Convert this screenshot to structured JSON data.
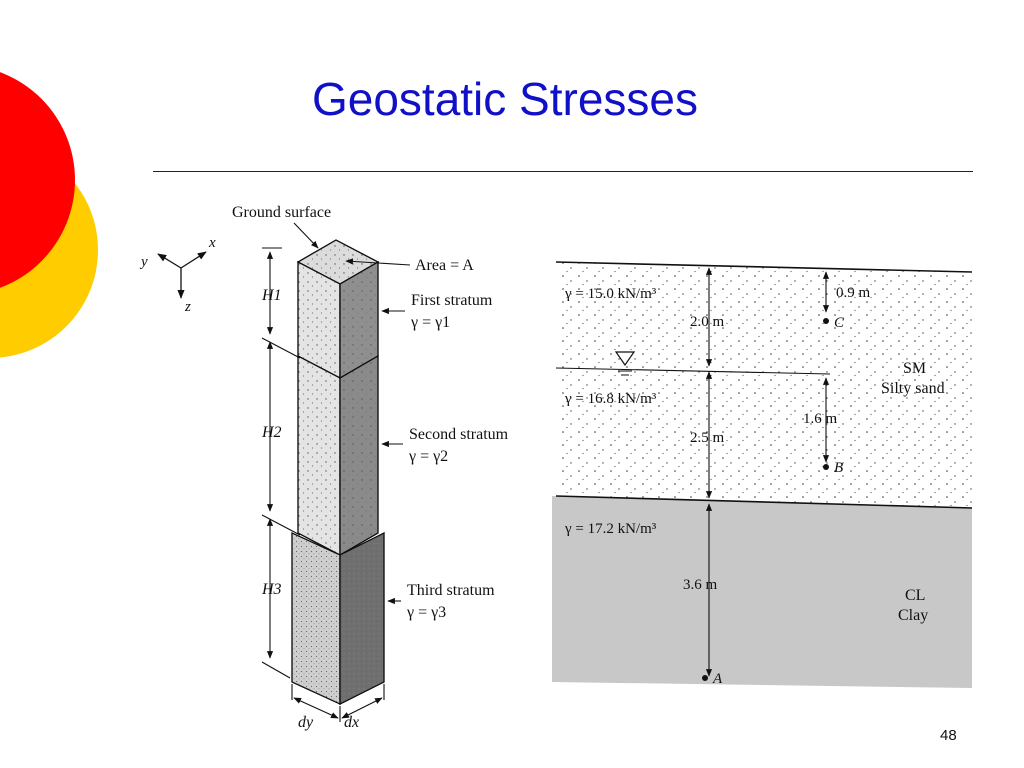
{
  "slide": {
    "title": "Geostatic Stresses",
    "page_number": "48"
  },
  "colors": {
    "title": "#1010c8",
    "deco_red": "#ff0000",
    "deco_yellow": "#ffcc00",
    "clay": "#c8c8c8"
  },
  "left_figure": {
    "axes": {
      "x": "x",
      "y": "y",
      "z": "z"
    },
    "ground_surface": "Ground surface",
    "area_label": "Area = A",
    "strata": [
      {
        "thickness": "H1",
        "name": "First stratum",
        "gamma": "γ = γ1"
      },
      {
        "thickness": "H2",
        "name": "Second stratum",
        "gamma": "γ = γ2"
      },
      {
        "thickness": "H3",
        "name": "Third stratum",
        "gamma": "γ = γ3"
      }
    ],
    "base_dims": {
      "dy": "dy",
      "dx": "dx"
    }
  },
  "right_figure": {
    "layer1_gamma": "γ = 15.0 kN/m³",
    "layer1_thickness": "2.0 m",
    "point_c_depth": "0.9 m",
    "point_c": "C",
    "layer2_gamma": "γ = 16.8 kN/m³",
    "layer2_thickness": "2.5 m",
    "point_b_depth": "1.6 m",
    "point_b": "B",
    "sand_code": "SM",
    "sand_name": "Silty sand",
    "layer3_gamma": "γ = 17.2 kN/m³",
    "layer3_thickness": "3.6 m",
    "point_a": "A",
    "clay_code": "CL",
    "clay_name": "Clay"
  }
}
